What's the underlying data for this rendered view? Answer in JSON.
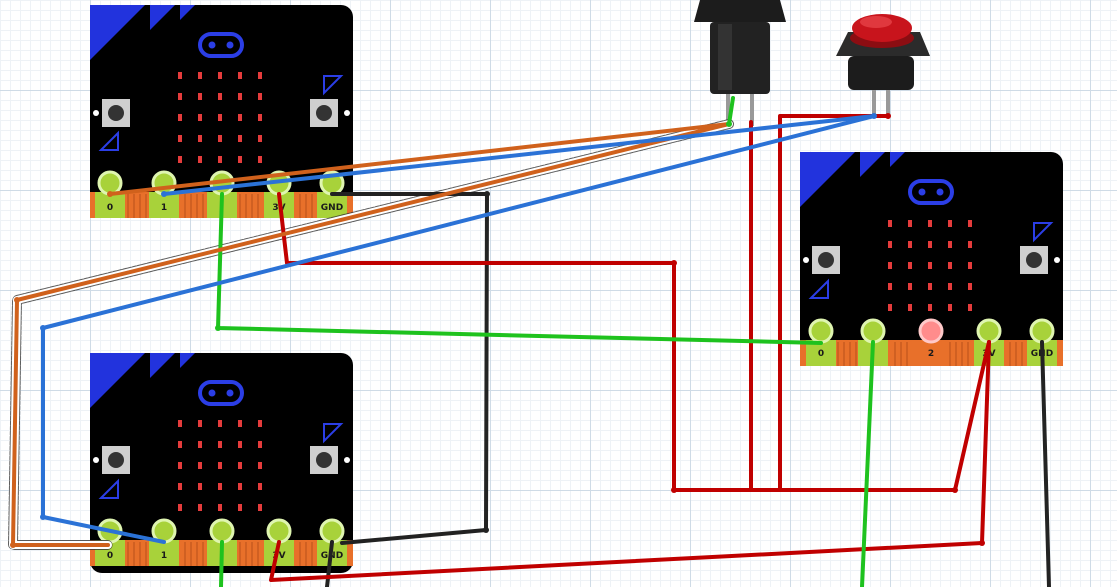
{
  "colors": {
    "board": "#000000",
    "board_corner": "#2233dd",
    "edge_connector": "#e8702a",
    "gold_pad": "#a8d23a",
    "pad_ring": "#dff5b0",
    "led": "#e53c3c",
    "wire_red": "#c00000",
    "wire_black": "#222222",
    "wire_green": "#1ec21e",
    "wire_blue": "#2b72d6",
    "wire_orange": "#d0611c",
    "button_red": "#c8141c",
    "button_body": "#1c1c1c",
    "pin_highlight": "#ff8c8c"
  },
  "boards": [
    {
      "id": "board-a",
      "pins": [
        "0",
        "1",
        "",
        "3V",
        "GND"
      ]
    },
    {
      "id": "board-b",
      "pins": [
        "0",
        "1",
        "",
        "3V",
        "GND"
      ]
    },
    {
      "id": "board-c",
      "pins": [
        "0",
        "",
        "2",
        "3V",
        "GND"
      ]
    }
  ],
  "components": [
    {
      "id": "black-pushbutton",
      "icon": "pushbutton-icon"
    },
    {
      "id": "red-pushbutton",
      "icon": "pushbutton-icon"
    }
  ]
}
